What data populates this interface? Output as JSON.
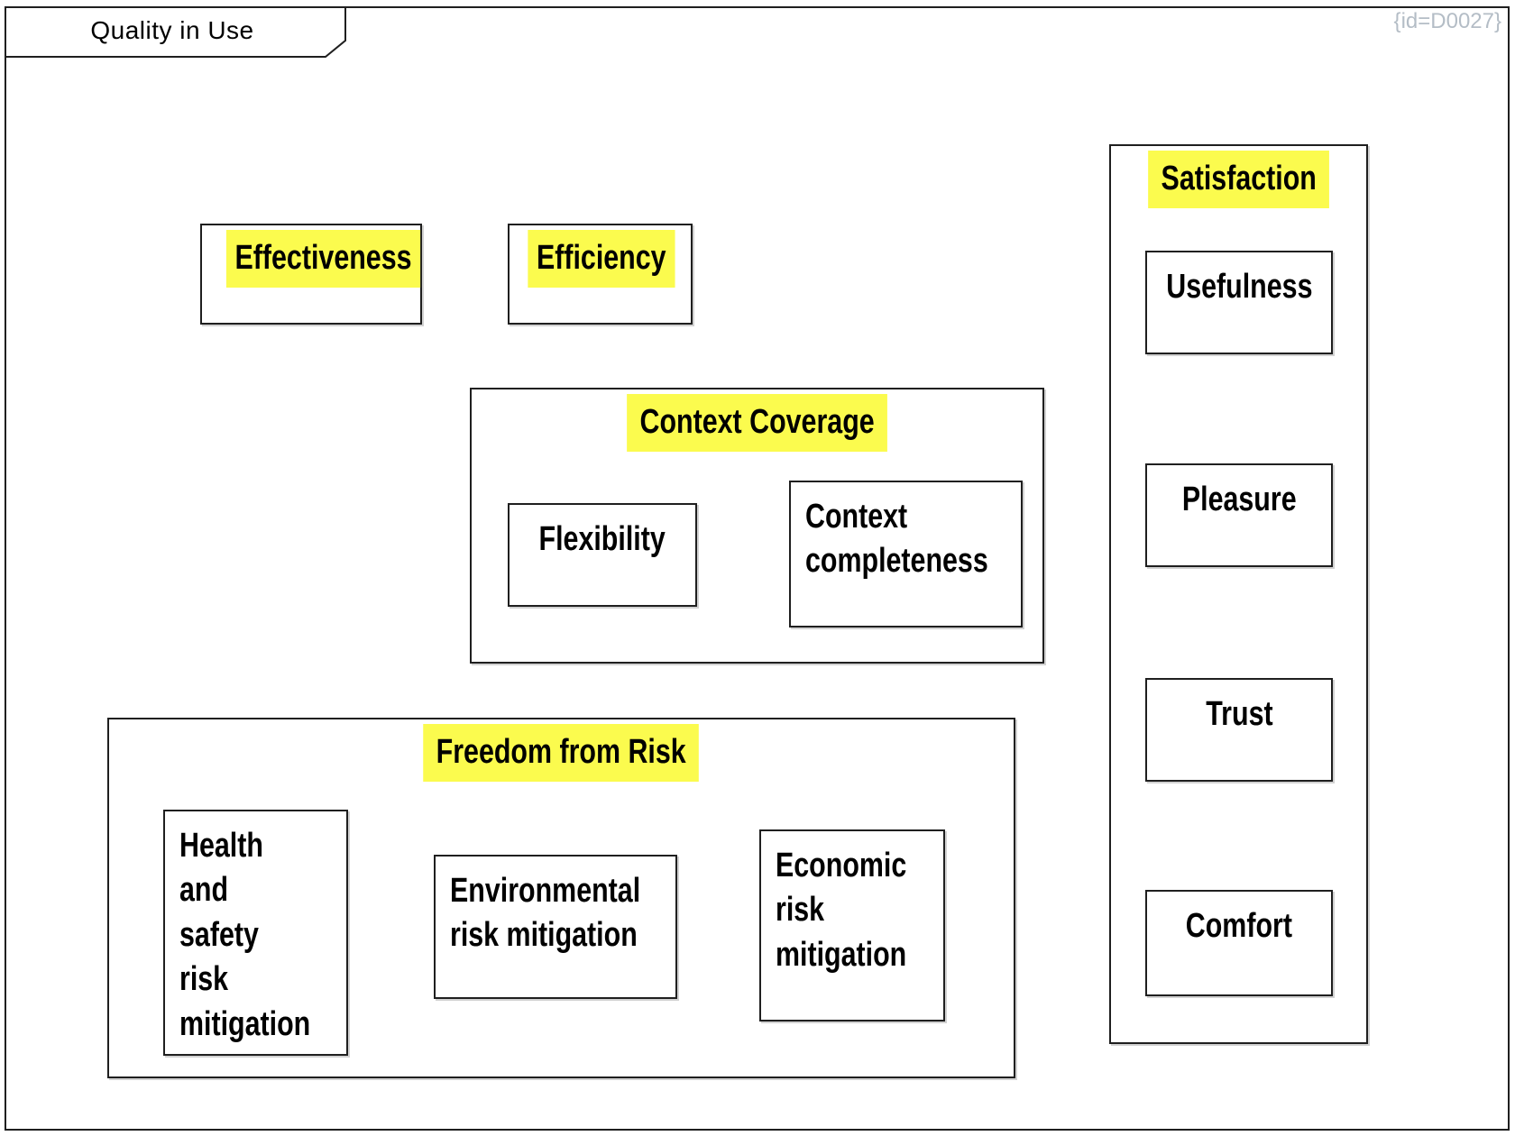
{
  "diagram": {
    "title": "Quality in Use",
    "id_tag": "{id=D0027}"
  },
  "colors": {
    "highlight": "#FBFB4E",
    "border": "#1F1F1F",
    "id_text": "#B4BDC6",
    "label_text": "#000000"
  },
  "nodes": {
    "effectiveness": {
      "label": "Effectiveness"
    },
    "efficiency": {
      "label": "Efficiency"
    }
  },
  "groups": {
    "context_coverage": {
      "label": "Context Coverage",
      "children": {
        "flexibility": {
          "label": "Flexibility"
        },
        "context_completeness": {
          "label": "Context\ncompleteness"
        }
      }
    },
    "freedom_from_risk": {
      "label": "Freedom from Risk",
      "children": {
        "health_safety_risk_mitigation": {
          "label": "Health and\nsafety risk\nmitigation"
        },
        "environmental_risk_mitigation": {
          "label": "Environmental\nrisk mitigation"
        },
        "economic_risk_mitigation": {
          "label": "Economic\nrisk\nmitigation"
        }
      }
    },
    "satisfaction": {
      "label": "Satisfaction",
      "children": {
        "usefulness": {
          "label": "Usefulness"
        },
        "pleasure": {
          "label": "Pleasure"
        },
        "trust": {
          "label": "Trust"
        },
        "comfort": {
          "label": "Comfort"
        }
      }
    }
  }
}
